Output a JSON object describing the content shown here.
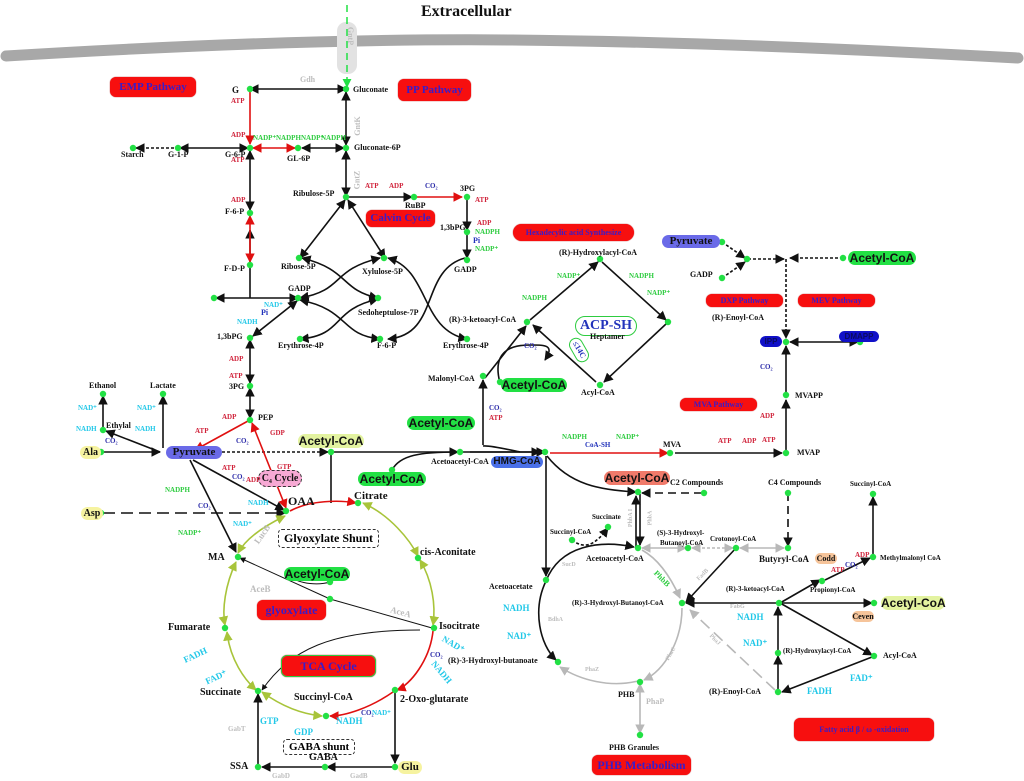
{
  "title": "Extracellular",
  "transporter": "GntP",
  "pathways": {
    "emp": "EMP Pathway",
    "pp": "PP Pathway",
    "calvin": "Calvin Cycle",
    "hexadecylic": "Hexadecylic acid Synthesize",
    "dxp": "DXP Pathway",
    "mev": "MEV Pathway",
    "mva": "MVA Pathway",
    "glyoxylate": "glyoxylate",
    "tca": "TCA Cycle",
    "phb": "PHB  Metabolism",
    "fatty": "Fatty acid β / ω -oxidation"
  },
  "boxes": {
    "glyoxylate_shunt": "Glyoxylate Shunt",
    "gaba_shunt": "GABA shunt",
    "c4_cycle": "C₄ Cycle",
    "acp_sh": "ACP-SH",
    "heptamer": "Heptamer",
    "le14c": "≤14C"
  },
  "pills": {
    "pyruvate_main": "Pyruvate",
    "pyruvate_dxp": "Pyruvate",
    "acetyl_coa_pdh": "Acetyl-CoA",
    "acetyl_coa_fas": "Acetyl-CoA",
    "acetyl_coa_mid": "Acetyl-CoA",
    "acetyl_coa_aca": "Acetyl-CoA",
    "acetyl_coa_dxp": "Acetyl-CoA",
    "acetyl_coa_glyox": "Acetyl-CoA",
    "acetyl_coa_phb": "Acetyl-CoA",
    "acetyl_coa_beta": "Acetyl-CoA",
    "hmg_coa": "HMG-CoA",
    "ipp": "IPP",
    "dmapp": "DMAPP",
    "ala": "Ala",
    "asp": "Asp",
    "glu": "Glu",
    "c_odd": "Codd",
    "c_even": "Ceven"
  },
  "metabolites": {
    "g": "G",
    "gluconate": "Gluconate",
    "starch": "Starch",
    "g1p": "G-1-P",
    "g6p": "G-6-P",
    "gl6p": "GL-6P",
    "gluconate6p": "Gluconate-6P",
    "f6p": "F-6-P",
    "fdp": "F-D-P",
    "ribulose5p": "Ribulose-5P",
    "rubp": "RuBP",
    "pg3_calvin": "3PG",
    "bpg13_calvin": "1,3bPG",
    "gadp_calvin": "GADP",
    "ribose5p": "Ribose-5P",
    "xylulose5p": "Xylulose-5P",
    "gadp": "GADP",
    "sedoheptulose7p": "Sedoheptulose-7P",
    "erythrose4p": "Erythrose-4P",
    "f6p_pp": "F-6-P",
    "erythrose4p_b": "Erythrose-4P",
    "bpg13": "1,3bPG",
    "pg3": "3PG",
    "pep": "PEP",
    "ethanol": "Ethanol",
    "lactate": "Lactate",
    "ethylal": "Ethylal",
    "oaa": "OAA",
    "citrate": "Citrate",
    "cis_aconitate": "cis-Aconitate",
    "isocitrate": "Isocitrate",
    "oxo_glutarate": "2-Oxo-glutarate",
    "succinyl_coa": "Succinyl-CoA",
    "succinate": "Succinate",
    "fumarate": "Fumarate",
    "ma": "MA",
    "ssa": "SSA",
    "gaba": "GABA",
    "malonyl_coa": "Malonyl-CoA",
    "ketoacyl_coa_fas": "(R)-3-ketoacyl-CoA",
    "hydroxyacyl_coa_fas": "(R)-Hydroxylacyl-CoA",
    "acyl_coa_fas": "Acyl-CoA",
    "enoyl_coa_fas": "(R)-Enoyl-CoA",
    "gadp_dxp": "GADP",
    "acetoacetyl_coa_top": "Acetoacetyl-CoA",
    "mva": "MVA",
    "mvap": "MVAP",
    "mvapp": "MVAPP",
    "c2": "C2 Compounds",
    "c4": "C4 Compounds",
    "succinyl_coa_phb": "Succinyl-CoA",
    "succinate_phb": "Succinate",
    "acetoacetyl_coa": "Acetoacetyl-CoA",
    "s3hb_coa": "(S)-3-Hydroxyl-\nButanoyl-CoA",
    "s3hb_coa_1": "(S)-3-Hydroxyl-",
    "s3hb_coa_2": "Butanoyl-CoA",
    "crotonoyl_coa": "Crotonoyl-CoA",
    "butyryl_coa": "Butyryl-CoA",
    "acetoacetate": "Acetoacetate",
    "r3hb_coa": "(R)-3-Hydroxyl-Butanoyl-CoA",
    "r3hb": "(R)-3-Hydroxyl-butanoate",
    "phb": "PHB",
    "phb_granules": "PHB Granules",
    "succinyl_coa_beta": "Succinyl-CoA",
    "methylmalonyl_coa": "Methylmalonyl CoA",
    "propionyl_coa": "Propionyl-CoA",
    "ketoacyl_coa_beta": "(R)-3-ketoacyl-CoA",
    "hydroxyacyl_coa_beta": "(R)-Hydroxylacyl-CoA",
    "acyl_coa_beta": "Acyl-CoA",
    "enoyl_coa_beta": "(R)-Enoyl-CoA"
  },
  "enzymes": {
    "gdh": "Gdh",
    "gntk": "GntK",
    "gntz": "GntZ",
    "luc_b": "LucB",
    "ace_b": "AceB",
    "ace_a": "AceA",
    "gab_t": "GabT",
    "gab_d": "GabD",
    "gad_b": "GadB",
    "pha_a": "PhbA",
    "pha_a2": "PhbA I",
    "phb_b": "PhbB",
    "sucd": "SucD",
    "bdh_a": "BdhA",
    "pha_z": "PhaZ",
    "pha_c": "PhaC",
    "pha_p": "PhaP",
    "pha_j": "PhaJ",
    "fad_b": "FadB",
    "fab_g": "FabG",
    "fad_e": "FadE"
  },
  "cofactors": {
    "atp": "ATP",
    "adp": "ADP",
    "nadp": "NADP⁺",
    "nadph": "NADPH",
    "nad": "NAD⁺",
    "nadh": "NADH",
    "co2": "CO₂",
    "pi": "Pi",
    "gdp": "GDP",
    "gtp": "GTP",
    "fad": "FAD⁺",
    "fadh": "FADH",
    "coa_sh": "CoA-SH"
  },
  "colors": {
    "node": "#22e044",
    "arrow": "#111111",
    "red_arrow": "#e01010",
    "olive_arrow": "#a8c43a",
    "grey_arrow": "#b8b8b8",
    "membrane": "#a8a8a8",
    "pathway_bg": "#f70f0f",
    "pathway_text": "#3a1cc8"
  }
}
